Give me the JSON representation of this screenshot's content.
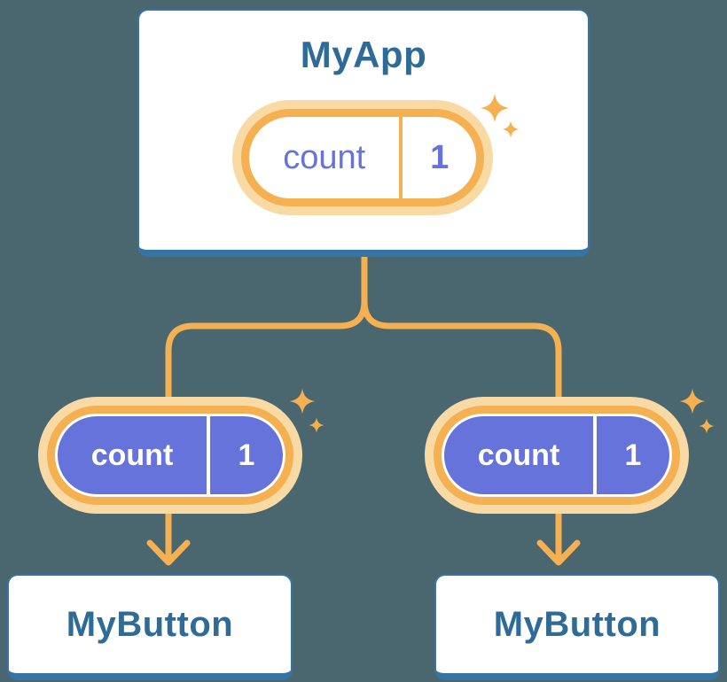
{
  "diagram": {
    "root": {
      "title": "MyApp",
      "state": {
        "name": "count",
        "value": "1"
      }
    },
    "edges": [
      {
        "prop": {
          "name": "count",
          "value": "1"
        }
      },
      {
        "prop": {
          "name": "count",
          "value": "1"
        }
      }
    ],
    "children": [
      {
        "title": "MyButton"
      },
      {
        "title": "MyButton"
      }
    ]
  },
  "icons": {
    "sparkle": "four-point-star"
  },
  "colors": {
    "background": "#4A666F",
    "card_background": "#FFFFFF",
    "card_border": "#3574A4",
    "heading_text": "#2E6C97",
    "connector": "#F5B051",
    "pill_ring_outer": "#FADAA4",
    "pill_ring_inner": "#F5B051",
    "pill_fill_light": "#FFFFFF",
    "pill_fill_dark": "#6673DB",
    "pill_text_light": "#6673DB",
    "pill_text_dark": "#FFFFFF"
  }
}
